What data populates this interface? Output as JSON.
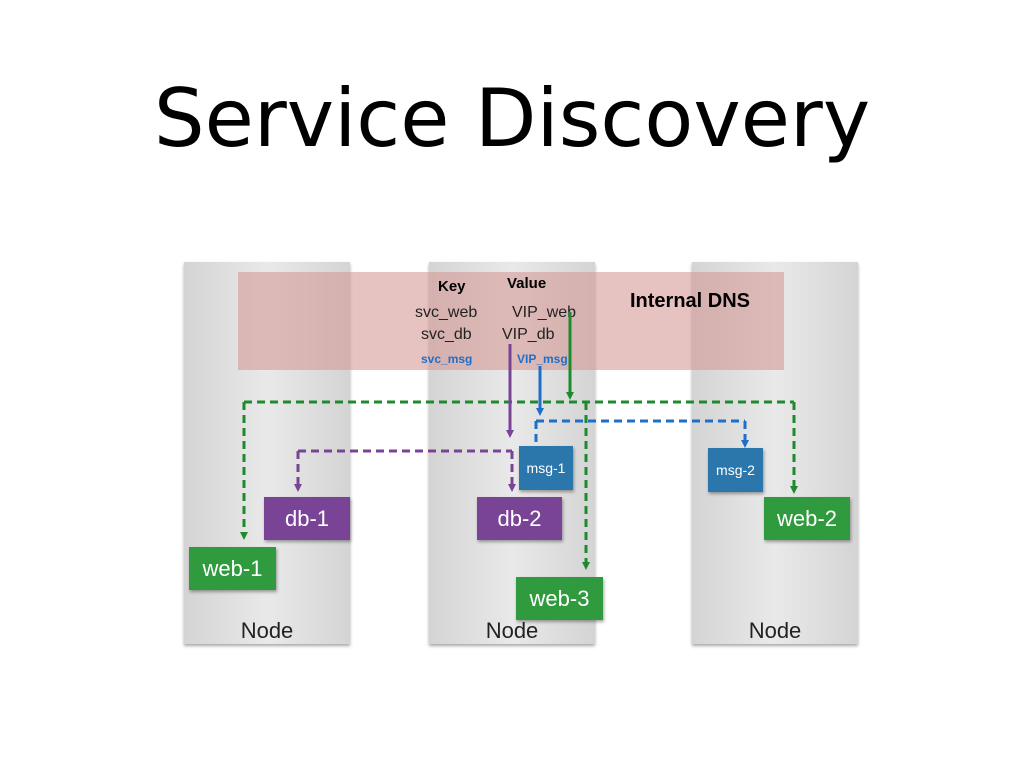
{
  "title": "Service Discovery",
  "dns": {
    "label": "Internal DNS",
    "key_header": "Key",
    "value_header": "Value",
    "keys": [
      "svc_web",
      "svc_db",
      "svc_msg"
    ],
    "values": [
      "VIP_web",
      "VIP_db",
      "VIP_msg"
    ]
  },
  "nodes": [
    "Node",
    "Node",
    "Node"
  ],
  "containers": {
    "db1": "db-1",
    "web1": "web-1",
    "db2": "db-2",
    "msg1": "msg-1",
    "web3": "web-3",
    "msg2": "msg-2",
    "web2": "web-2"
  },
  "colors": {
    "web": "#2f9a3e",
    "db": "#7a4496",
    "msg": "#2b77ac",
    "dns": "#d49692",
    "msg_arrow": "#1f6fc8"
  }
}
